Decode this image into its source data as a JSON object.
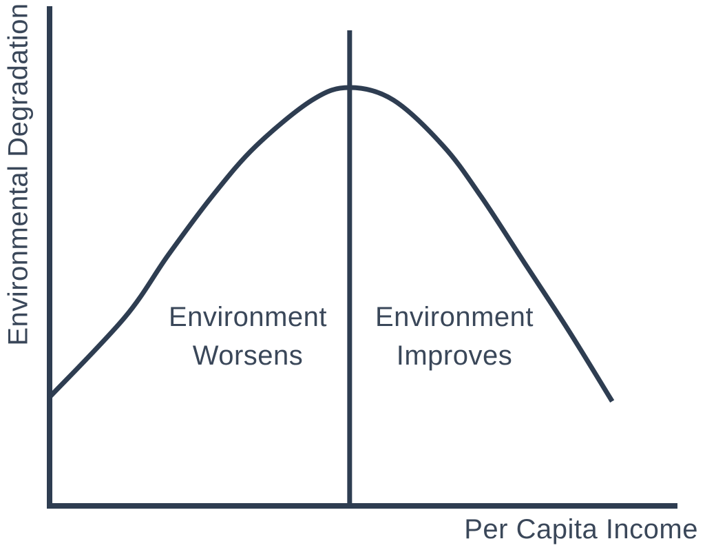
{
  "colors": {
    "line": "#2E3D51",
    "text": "#3A4759",
    "background": "#FFFFFF"
  },
  "regions": [
    {
      "lines": [
        "Environment",
        "Worsens"
      ]
    },
    {
      "lines": [
        "Environment",
        "Improves"
      ]
    }
  ],
  "chart_data": {
    "type": "line",
    "title": "",
    "xlabel": "Per Capita Income",
    "ylabel": "Environmental Degradation",
    "x": [
      0.0,
      0.12,
      0.19,
      0.26,
      0.33,
      0.42,
      0.48,
      0.55,
      0.63,
      0.69,
      0.76,
      0.83,
      0.9
    ],
    "y": [
      0.26,
      0.45,
      0.6,
      0.74,
      0.86,
      0.97,
      1.0,
      0.97,
      0.86,
      0.74,
      0.58,
      0.42,
      0.25
    ],
    "xlim": [
      0,
      1
    ],
    "ylim": [
      0,
      1.15
    ],
    "grid": false,
    "legend": false,
    "turning_point_x": 0.48,
    "annotations": [
      {
        "text": "Environment Worsens",
        "x": 0.32,
        "y": 0.4
      },
      {
        "text": "Environment Improves",
        "x": 0.65,
        "y": 0.4
      }
    ]
  }
}
